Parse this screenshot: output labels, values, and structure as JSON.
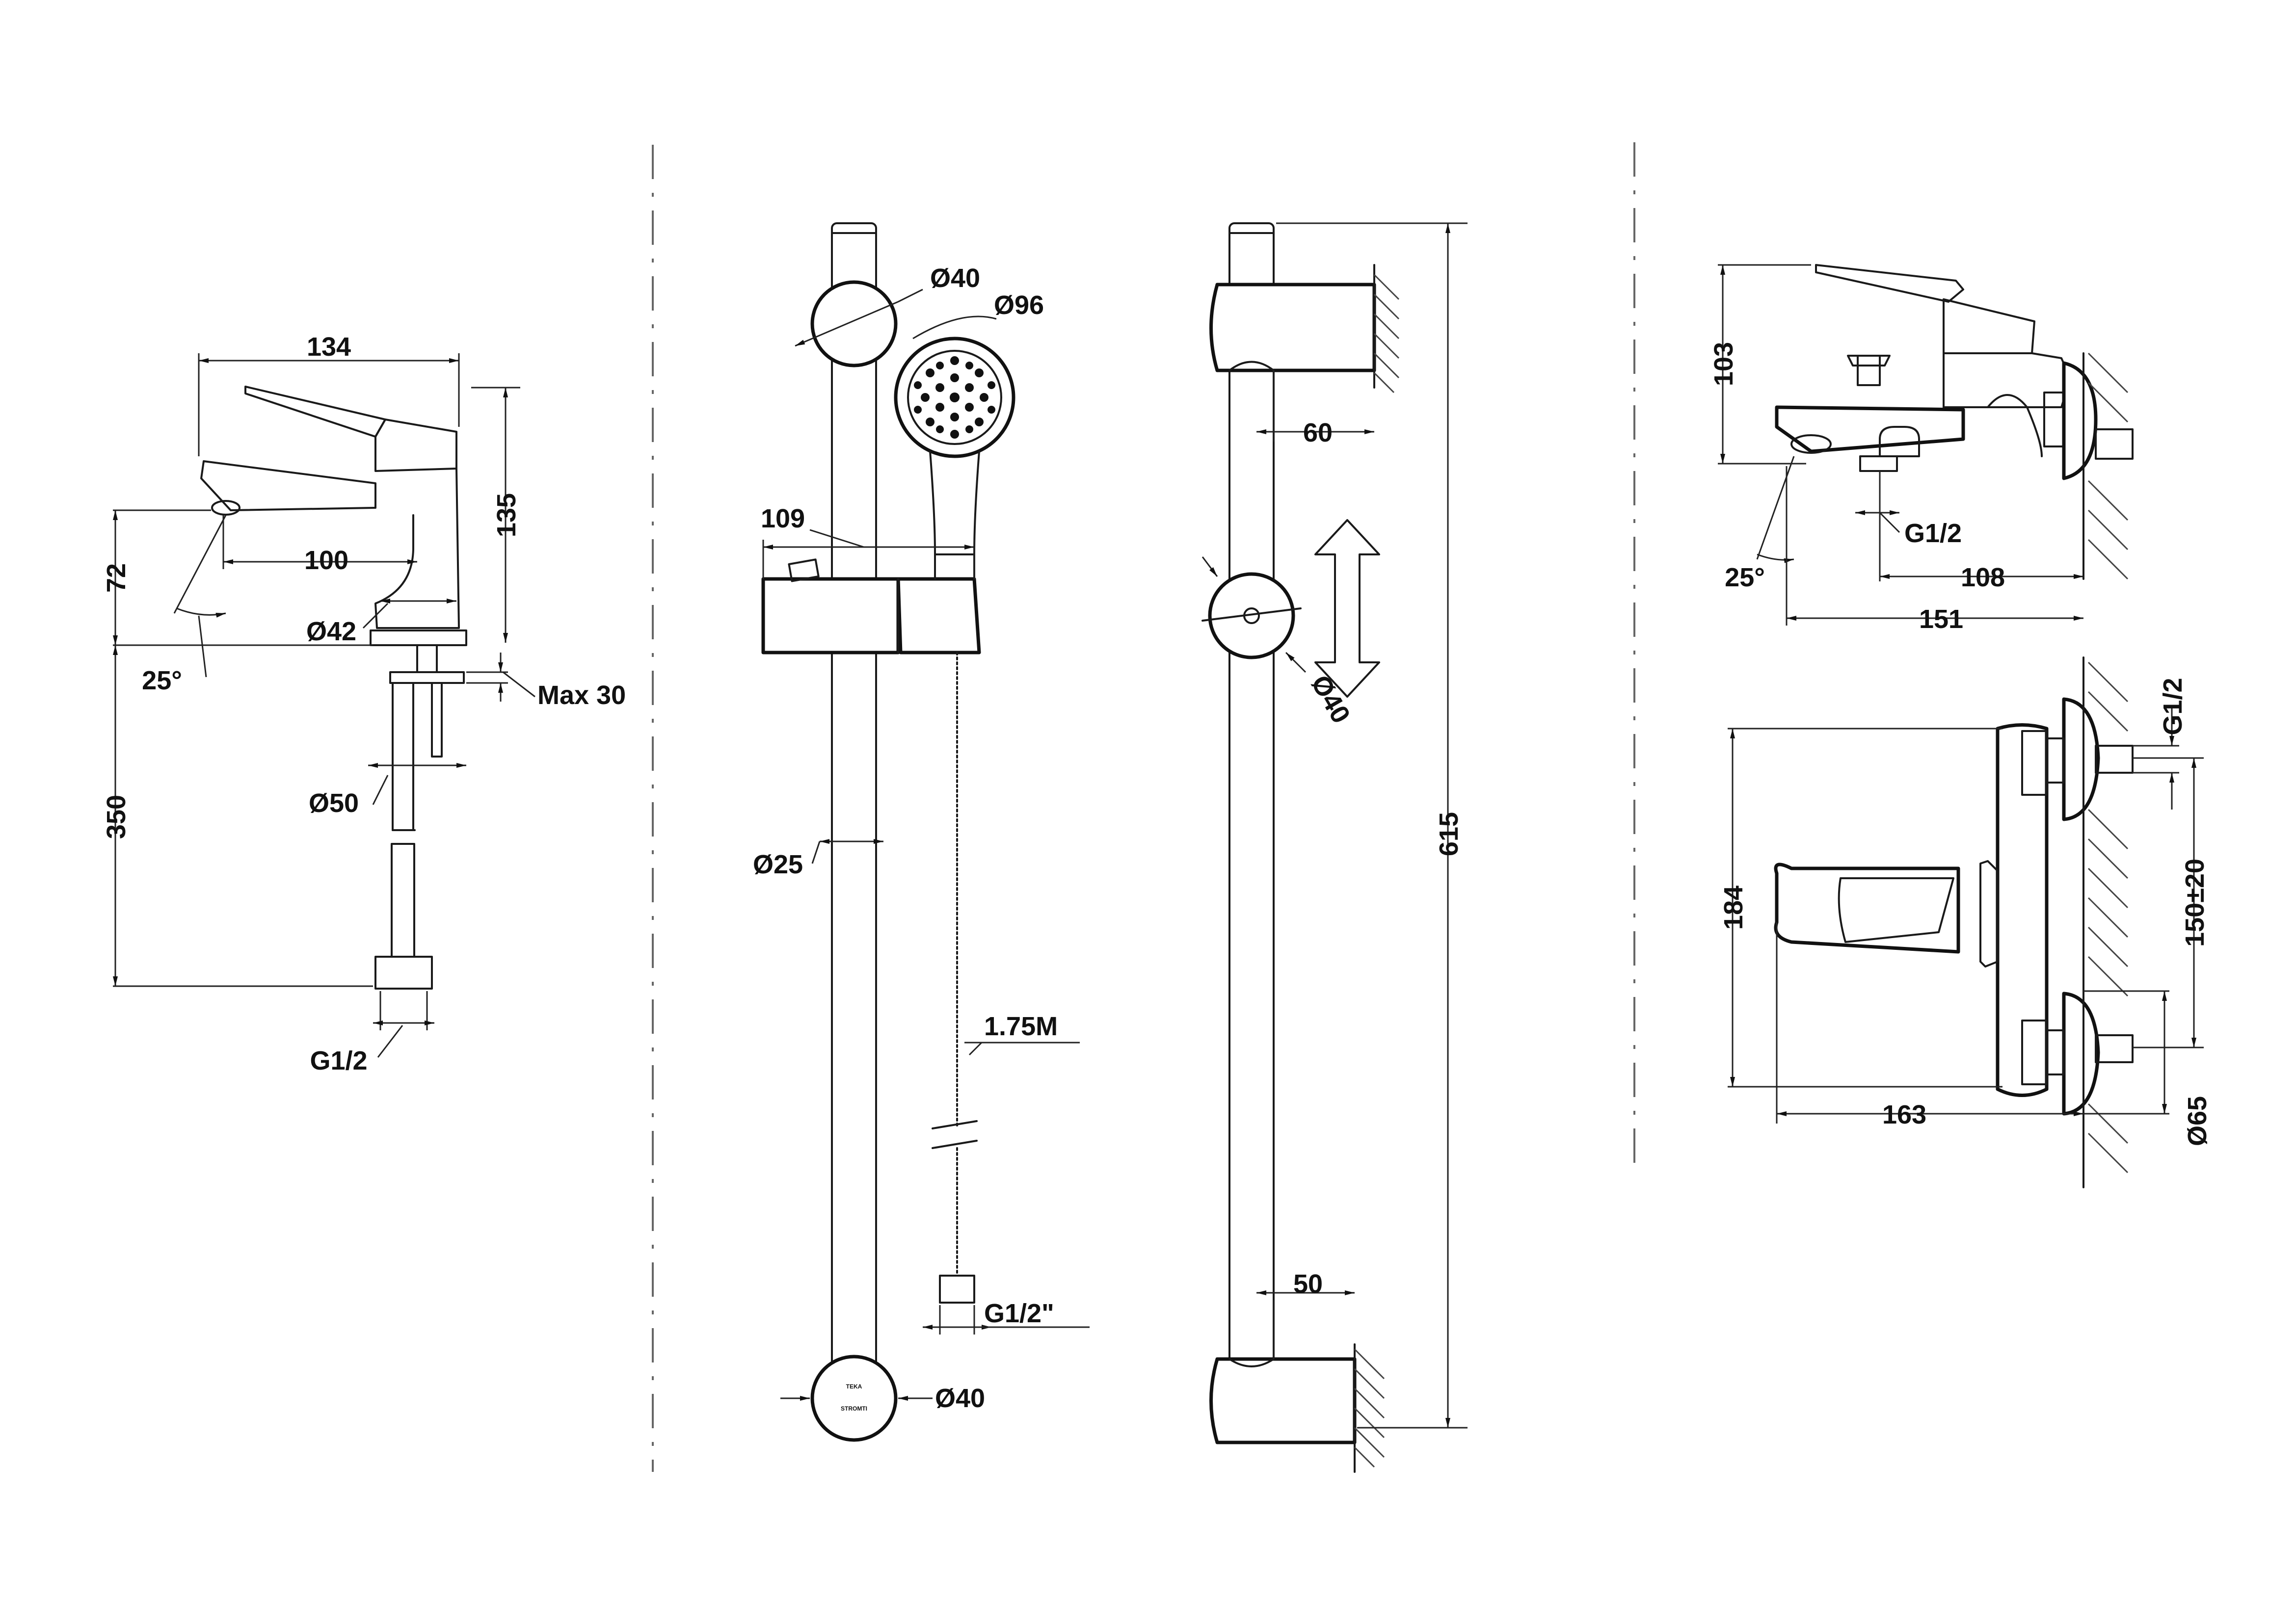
{
  "basin_mixer": {
    "width": "134",
    "height": "135",
    "spout_height": "72",
    "spout_reach": "100",
    "spout_angle": "25°",
    "body_diameter": "Ø42",
    "max_thickness": "Max 30",
    "base_diameter": "Ø50",
    "hose_length": "350",
    "thread": "G1/2"
  },
  "shower_rail_front": {
    "top_knob": "Ø40",
    "handshower": "Ø96",
    "slider_width": "109",
    "rail_diameter": "Ø25",
    "hose_length": "1.75M",
    "hose_thread": "G1/2\"",
    "bottom_knob": "Ø40",
    "logo_line1": "TEKA",
    "logo_line2": "STROMTI"
  },
  "shower_rail_side": {
    "top_projection": "60",
    "knob": "Ø40",
    "total_height": "615",
    "bottom_projection": "50"
  },
  "bath_mixer_side": {
    "height": "103",
    "spout_angle": "25°",
    "thread": "G1/2",
    "reach_to_outlet": "108",
    "total_reach": "151"
  },
  "bath_mixer_front": {
    "height": "184",
    "width": "163",
    "thread": "G1/2",
    "centres": "150±20",
    "escutcheon": "Ø65"
  }
}
